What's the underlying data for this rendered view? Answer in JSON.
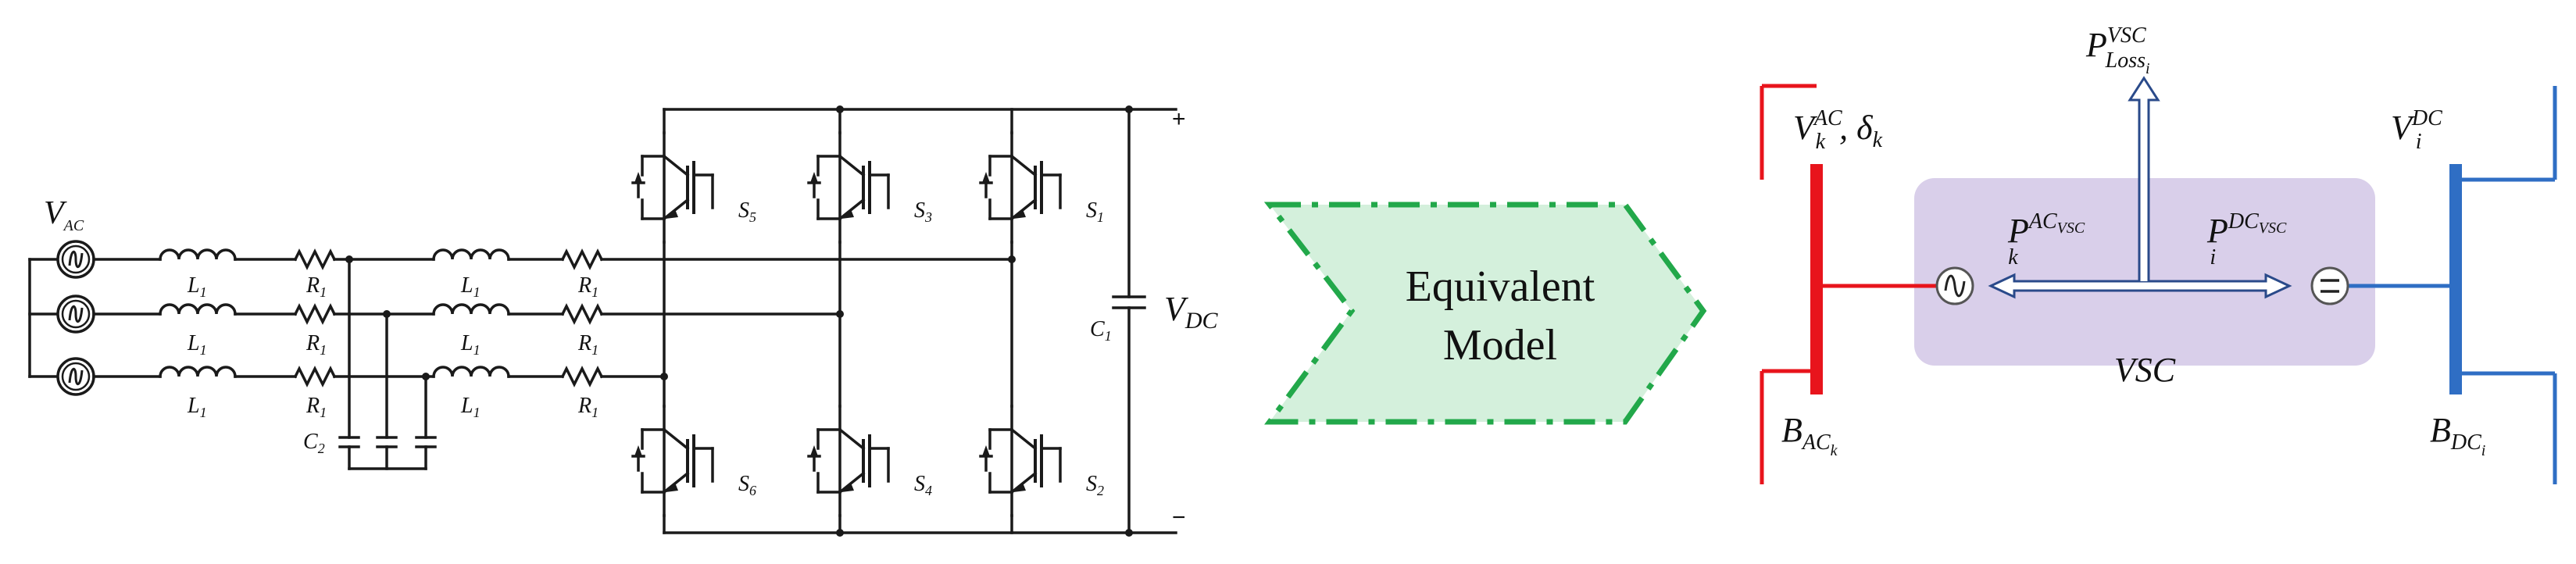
{
  "circuit": {
    "source_label": "V",
    "source_sub": "AC",
    "inductor_label": "L",
    "resistor_label": "R",
    "capacitor_ac_label": "C",
    "capacitor_dc_label": "C",
    "sub_1": "1",
    "sub_2": "2",
    "switches": [
      {
        "label": "S",
        "sub": "5"
      },
      {
        "label": "S",
        "sub": "3"
      },
      {
        "label": "S",
        "sub": "1"
      },
      {
        "label": "S",
        "sub": "6"
      },
      {
        "label": "S",
        "sub": "4"
      },
      {
        "label": "S",
        "sub": "2"
      }
    ],
    "dc_plus": "+",
    "dc_minus": "−",
    "dc_voltage_label": "V",
    "dc_voltage_sub": "DC"
  },
  "arrow": {
    "line1": "Equivalent",
    "line2": "Model",
    "fill_color": "#d4f0dc",
    "border_color": "#22a84a"
  },
  "model": {
    "ac_bus": {
      "label": "B",
      "sub": "AC",
      "subsub": "k",
      "color": "#e8141c"
    },
    "dc_bus": {
      "label": "B",
      "sub": "DC",
      "subsub": "i",
      "color": "#2f6ec4"
    },
    "ac_voltage": {
      "v": "V",
      "sub": "k",
      "sup": "AC",
      "sep": ", ",
      "angle": "δ",
      "angle_sub": "k"
    },
    "dc_voltage": {
      "v": "V",
      "sub": "i",
      "sup": "DC"
    },
    "p_ac": {
      "p": "P",
      "sub": "k",
      "sup": "AC",
      "supsub": "VSC"
    },
    "p_dc": {
      "p": "P",
      "sub": "i",
      "sup": "DC",
      "supsub": "VSC"
    },
    "p_loss": {
      "p": "P",
      "sub": "Loss",
      "subsub": "i",
      "sup": "VSC"
    },
    "vsc_label": "VSC",
    "box_color": "#d9cfea",
    "ac_symbol_icon": "sine-wave-icon",
    "dc_symbol_icon": "dc-equals-icon"
  }
}
